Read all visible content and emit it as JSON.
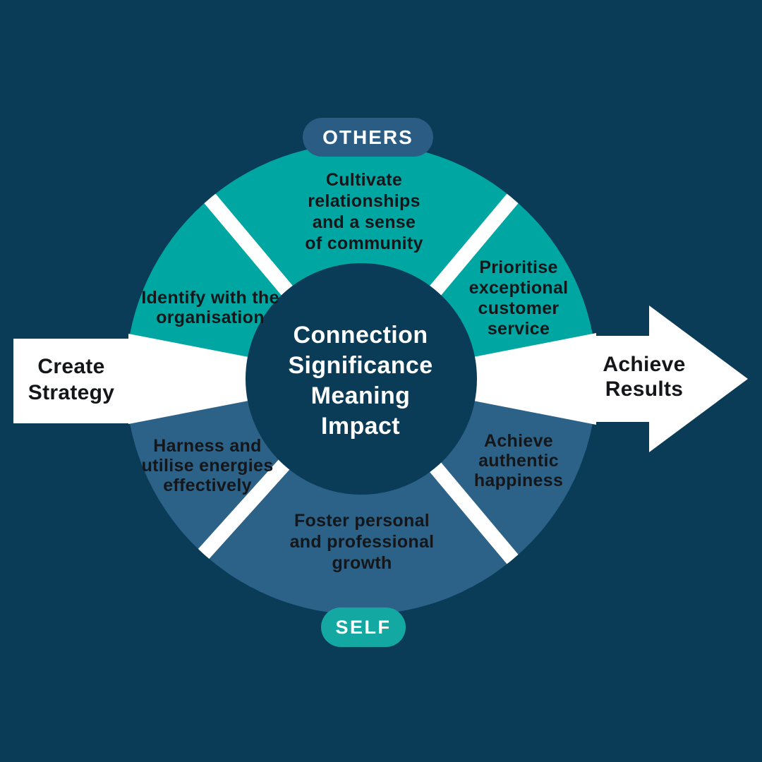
{
  "colors": {
    "navy": "#0A3B57",
    "teal": "#00A7A2",
    "steel_blue": "#2C6287",
    "others_pill_blue": "#2A5C84",
    "self_pill_teal": "#14A8A3",
    "white": "#FFFFFF",
    "text_dark": "#14161A"
  },
  "pills": {
    "others": "OTHERS",
    "self": "SELF"
  },
  "center_circle": {
    "text": "Connection\nSignificance\nMeaning\nImpact"
  },
  "arrow": {
    "left_label": "Create\nStrategy",
    "right_label": "Achieve\nResults"
  },
  "segments": {
    "others_top": "Cultivate\nrelationships\nand a sense\nof community",
    "others_left": "Identify with the\norganisation",
    "others_right": "Prioritise\nexceptional\ncustomer\nservice",
    "self_left": "Harness and\nutilise energies\neffectively",
    "self_bottom": "Foster personal\nand professional\ngrowth",
    "self_right": "Achieve\nauthentic\nhappiness"
  }
}
